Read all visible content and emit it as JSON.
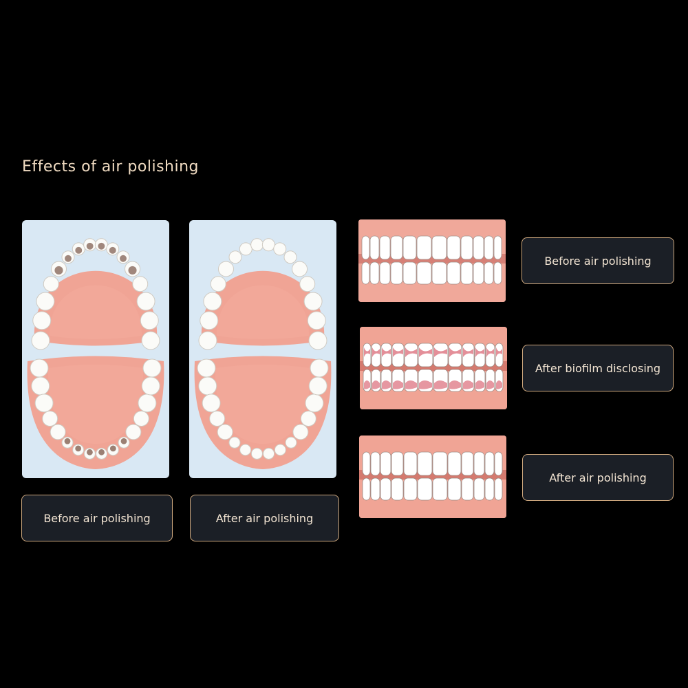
{
  "title": "Effects of air polishing",
  "arch_views": [
    {
      "label": "Before air polishing",
      "state": "stained"
    },
    {
      "label": "After air polishing",
      "state": "clean"
    }
  ],
  "front_views": [
    {
      "label": "Before air polishing",
      "state": "plain"
    },
    {
      "label": "After biofilm disclosing",
      "state": "disclosed"
    },
    {
      "label": "After air polishing",
      "state": "clean"
    }
  ],
  "colors": {
    "background": "#000000",
    "title_text": "#f1dcc2",
    "label_border": "#cfa97f",
    "label_fill": "#1b1f26",
    "gum": "#f0a495",
    "arch_bg": "#d9e8f4",
    "stain": "#8a6a5c",
    "disclosing": "#d8606e"
  }
}
